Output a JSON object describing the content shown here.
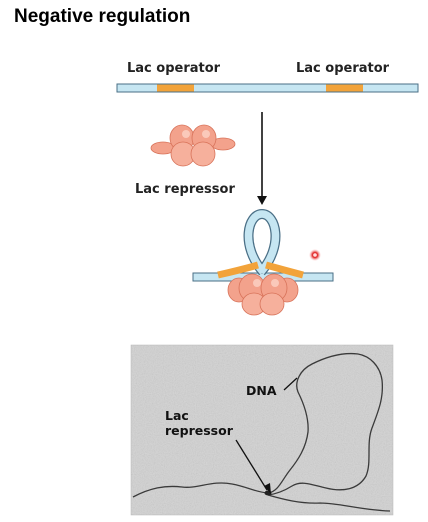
{
  "title": "Negative regulation",
  "labels": {
    "operator_left": "Lac operator",
    "operator_right": "Lac operator",
    "repressor": "Lac repressor",
    "micro_dna": "DNA",
    "micro_repressor_line1": "Lac",
    "micro_repressor_line2": "repressor"
  },
  "colors": {
    "dna_fill": "#c6e6f2",
    "dna_stroke": "#4a6f86",
    "operator": "#f2a33a",
    "repressor": "#f3a28c",
    "repressor_highlight": "#fbd3c6",
    "micrograph_bg": "#d7d7d7"
  }
}
